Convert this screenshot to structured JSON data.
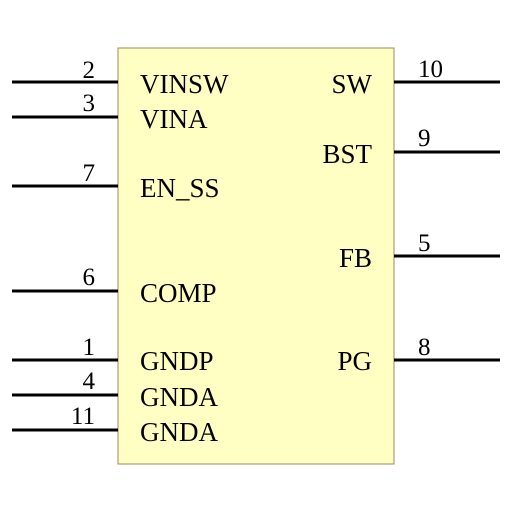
{
  "component": {
    "colors": {
      "body_fill": "#ffffc4",
      "body_stroke": "#a08a60",
      "pin": "#000000",
      "text": "#000000"
    },
    "left_pins": [
      {
        "number": "2",
        "name": "VINSW"
      },
      {
        "number": "3",
        "name": "VINA"
      },
      {
        "number": "7",
        "name": "EN_SS"
      },
      {
        "number": "6",
        "name": "COMP"
      },
      {
        "number": "1",
        "name": "GNDP"
      },
      {
        "number": "4",
        "name": "GNDA"
      },
      {
        "number": "11",
        "name": "GNDA"
      }
    ],
    "right_pins": [
      {
        "number": "10",
        "name": "SW"
      },
      {
        "number": "9",
        "name": "BST"
      },
      {
        "number": "5",
        "name": "FB"
      },
      {
        "number": "8",
        "name": "PG"
      }
    ]
  }
}
